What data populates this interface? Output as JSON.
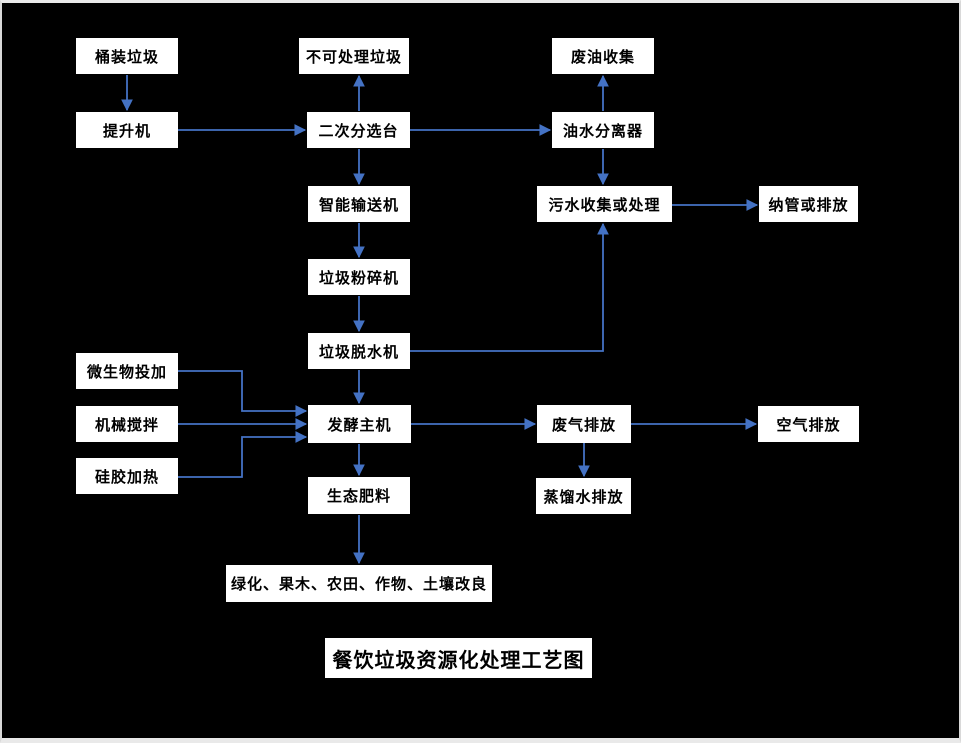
{
  "diagram": {
    "title": "餐饮垃圾资源化处理工艺图",
    "colors": {
      "background": "#000000",
      "frame": "#e9e9e9",
      "arrow": "#4472C4",
      "node_bg": "#ffffff",
      "node_text": "#000000"
    },
    "nodes": {
      "barrel_waste": {
        "label": "桶装垃圾"
      },
      "unprocessable_waste": {
        "label": "不可处理垃圾"
      },
      "waste_oil_collection": {
        "label": "废油收集"
      },
      "elevator": {
        "label": "提升机"
      },
      "secondary_sorting": {
        "label": "二次分选台"
      },
      "oil_water_separator": {
        "label": "油水分离器"
      },
      "smart_conveyor": {
        "label": "智能输送机"
      },
      "sewage_treatment": {
        "label": "污水收集或处理"
      },
      "pipe_or_discharge": {
        "label": "纳管或排放"
      },
      "waste_crusher": {
        "label": "垃圾粉碎机"
      },
      "waste_dehydrator": {
        "label": "垃圾脱水机"
      },
      "microbial_dosing": {
        "label": "微生物投加"
      },
      "mechanical_stirring": {
        "label": "机械搅拌"
      },
      "silica_gel_heating": {
        "label": "硅胶加热"
      },
      "fermentation_host": {
        "label": "发酵主机"
      },
      "waste_gas_discharge": {
        "label": "废气排放"
      },
      "air_discharge": {
        "label": "空气排放"
      },
      "distilled_water_discharge": {
        "label": "蒸馏水排放"
      },
      "eco_fertilizer": {
        "label": "生态肥料"
      },
      "fertilizer_usage": {
        "label": "绿化、果木、农田、作物、土壤改良"
      }
    },
    "edges": [
      {
        "from": "barrel_waste",
        "to": "elevator"
      },
      {
        "from": "elevator",
        "to": "secondary_sorting"
      },
      {
        "from": "secondary_sorting",
        "to": "unprocessable_waste"
      },
      {
        "from": "secondary_sorting",
        "to": "oil_water_separator"
      },
      {
        "from": "secondary_sorting",
        "to": "smart_conveyor"
      },
      {
        "from": "oil_water_separator",
        "to": "waste_oil_collection"
      },
      {
        "from": "oil_water_separator",
        "to": "sewage_treatment"
      },
      {
        "from": "sewage_treatment",
        "to": "pipe_or_discharge"
      },
      {
        "from": "smart_conveyor",
        "to": "waste_crusher"
      },
      {
        "from": "waste_crusher",
        "to": "waste_dehydrator"
      },
      {
        "from": "waste_dehydrator",
        "to": "sewage_treatment"
      },
      {
        "from": "waste_dehydrator",
        "to": "fermentation_host"
      },
      {
        "from": "microbial_dosing",
        "to": "fermentation_host"
      },
      {
        "from": "mechanical_stirring",
        "to": "fermentation_host"
      },
      {
        "from": "silica_gel_heating",
        "to": "fermentation_host"
      },
      {
        "from": "fermentation_host",
        "to": "waste_gas_discharge"
      },
      {
        "from": "waste_gas_discharge",
        "to": "air_discharge"
      },
      {
        "from": "waste_gas_discharge",
        "to": "distilled_water_discharge"
      },
      {
        "from": "fermentation_host",
        "to": "eco_fertilizer"
      },
      {
        "from": "eco_fertilizer",
        "to": "fertilizer_usage"
      }
    ]
  }
}
